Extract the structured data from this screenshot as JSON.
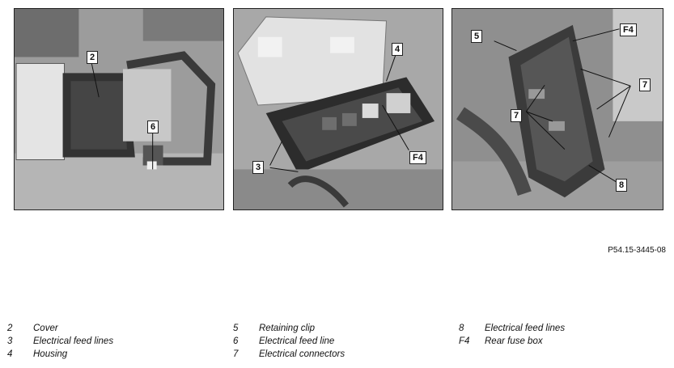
{
  "photos": [
    {
      "callouts": [
        "2",
        "6"
      ]
    },
    {
      "callouts": [
        "4",
        "3",
        "F4"
      ]
    },
    {
      "callouts": [
        "5",
        "F4",
        "7",
        "7",
        "8"
      ]
    }
  ],
  "reference": "P54.15-3445-08",
  "legend": {
    "col1": [
      {
        "num": "2",
        "text": "Cover"
      },
      {
        "num": "3",
        "text": "Electrical feed lines"
      },
      {
        "num": "4",
        "text": "Housing"
      }
    ],
    "col2": [
      {
        "num": "5",
        "text": "Retaining clip"
      },
      {
        "num": "6",
        "text": "Electrical feed line"
      },
      {
        "num": "7",
        "text": "Electrical connectors"
      }
    ],
    "col3": [
      {
        "num": "8",
        "text": "Electrical feed lines"
      },
      {
        "num": "F4",
        "text": "Rear fuse box"
      }
    ]
  }
}
